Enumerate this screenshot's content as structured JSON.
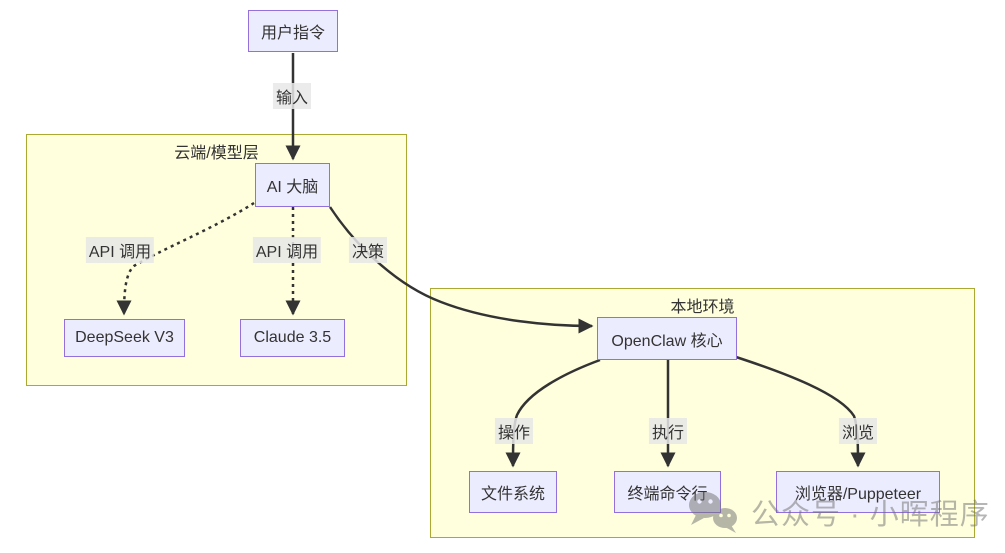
{
  "diagram": {
    "type": "flowchart",
    "clusters": {
      "cloud": {
        "label": "云端/模型层"
      },
      "local": {
        "label": "本地环境"
      }
    },
    "nodes": {
      "user_command": {
        "label": "用户指令"
      },
      "ai_brain": {
        "label": "AI 大脑"
      },
      "deepseek": {
        "label": "DeepSeek V3"
      },
      "claude": {
        "label": "Claude 3.5"
      },
      "openclaw": {
        "label": "OpenClaw 核心"
      },
      "file_system": {
        "label": "文件系统"
      },
      "terminal": {
        "label": "终端命令行"
      },
      "browser": {
        "label": "浏览器/Puppeteer"
      }
    },
    "edges": [
      {
        "from": "user_command",
        "to": "ai_brain",
        "label": "输入",
        "style": "solid"
      },
      {
        "from": "ai_brain",
        "to": "deepseek",
        "label": "API 调用",
        "style": "dotted"
      },
      {
        "from": "ai_brain",
        "to": "claude",
        "label": "API 调用",
        "style": "dotted"
      },
      {
        "from": "ai_brain",
        "to": "openclaw",
        "label": "决策",
        "style": "solid"
      },
      {
        "from": "openclaw",
        "to": "file_system",
        "label": "操作",
        "style": "solid"
      },
      {
        "from": "openclaw",
        "to": "terminal",
        "label": "执行",
        "style": "solid"
      },
      {
        "from": "openclaw",
        "to": "browser",
        "label": "浏览",
        "style": "solid"
      }
    ],
    "colors": {
      "node_fill": "#ececff",
      "node_border": "#9370db",
      "cluster_fill": "#ffffde",
      "cluster_border": "#aaaa33",
      "edge_stroke": "#333333",
      "edge_label_bg": "#e8e8e8",
      "text": "#333333",
      "watermark": "#a8a8a8"
    }
  },
  "watermark": {
    "icon": "wechat-icon",
    "text": "公众号 · 小晖程序"
  }
}
